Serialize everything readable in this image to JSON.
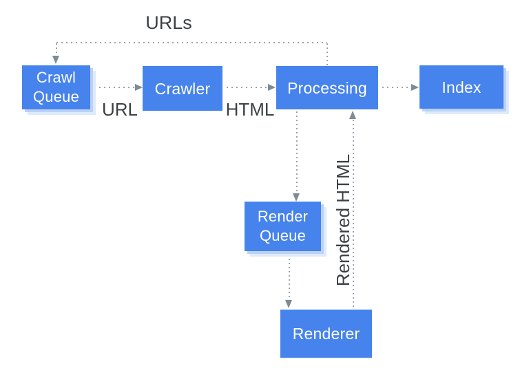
{
  "diagram": {
    "nodes": {
      "crawl_queue": "Crawl Queue",
      "crawler": "Crawler",
      "processing": "Processing",
      "index": "Index",
      "render_queue": "Render Queue",
      "renderer": "Renderer"
    },
    "edge_labels": {
      "urls": "URLs",
      "url": "URL",
      "html": "HTML",
      "rendered_html": "Rendered HTML"
    },
    "colors": {
      "node_fill": "#4683ec",
      "node_text": "#ffffff",
      "node_shadow_inner": "#bcd1f6",
      "node_shadow_outer": "#dfeafc",
      "connector_dot": "#97a4af",
      "arrowhead": "#7d8b96",
      "label_text": "#3c4043",
      "background": "#ffffff"
    }
  }
}
